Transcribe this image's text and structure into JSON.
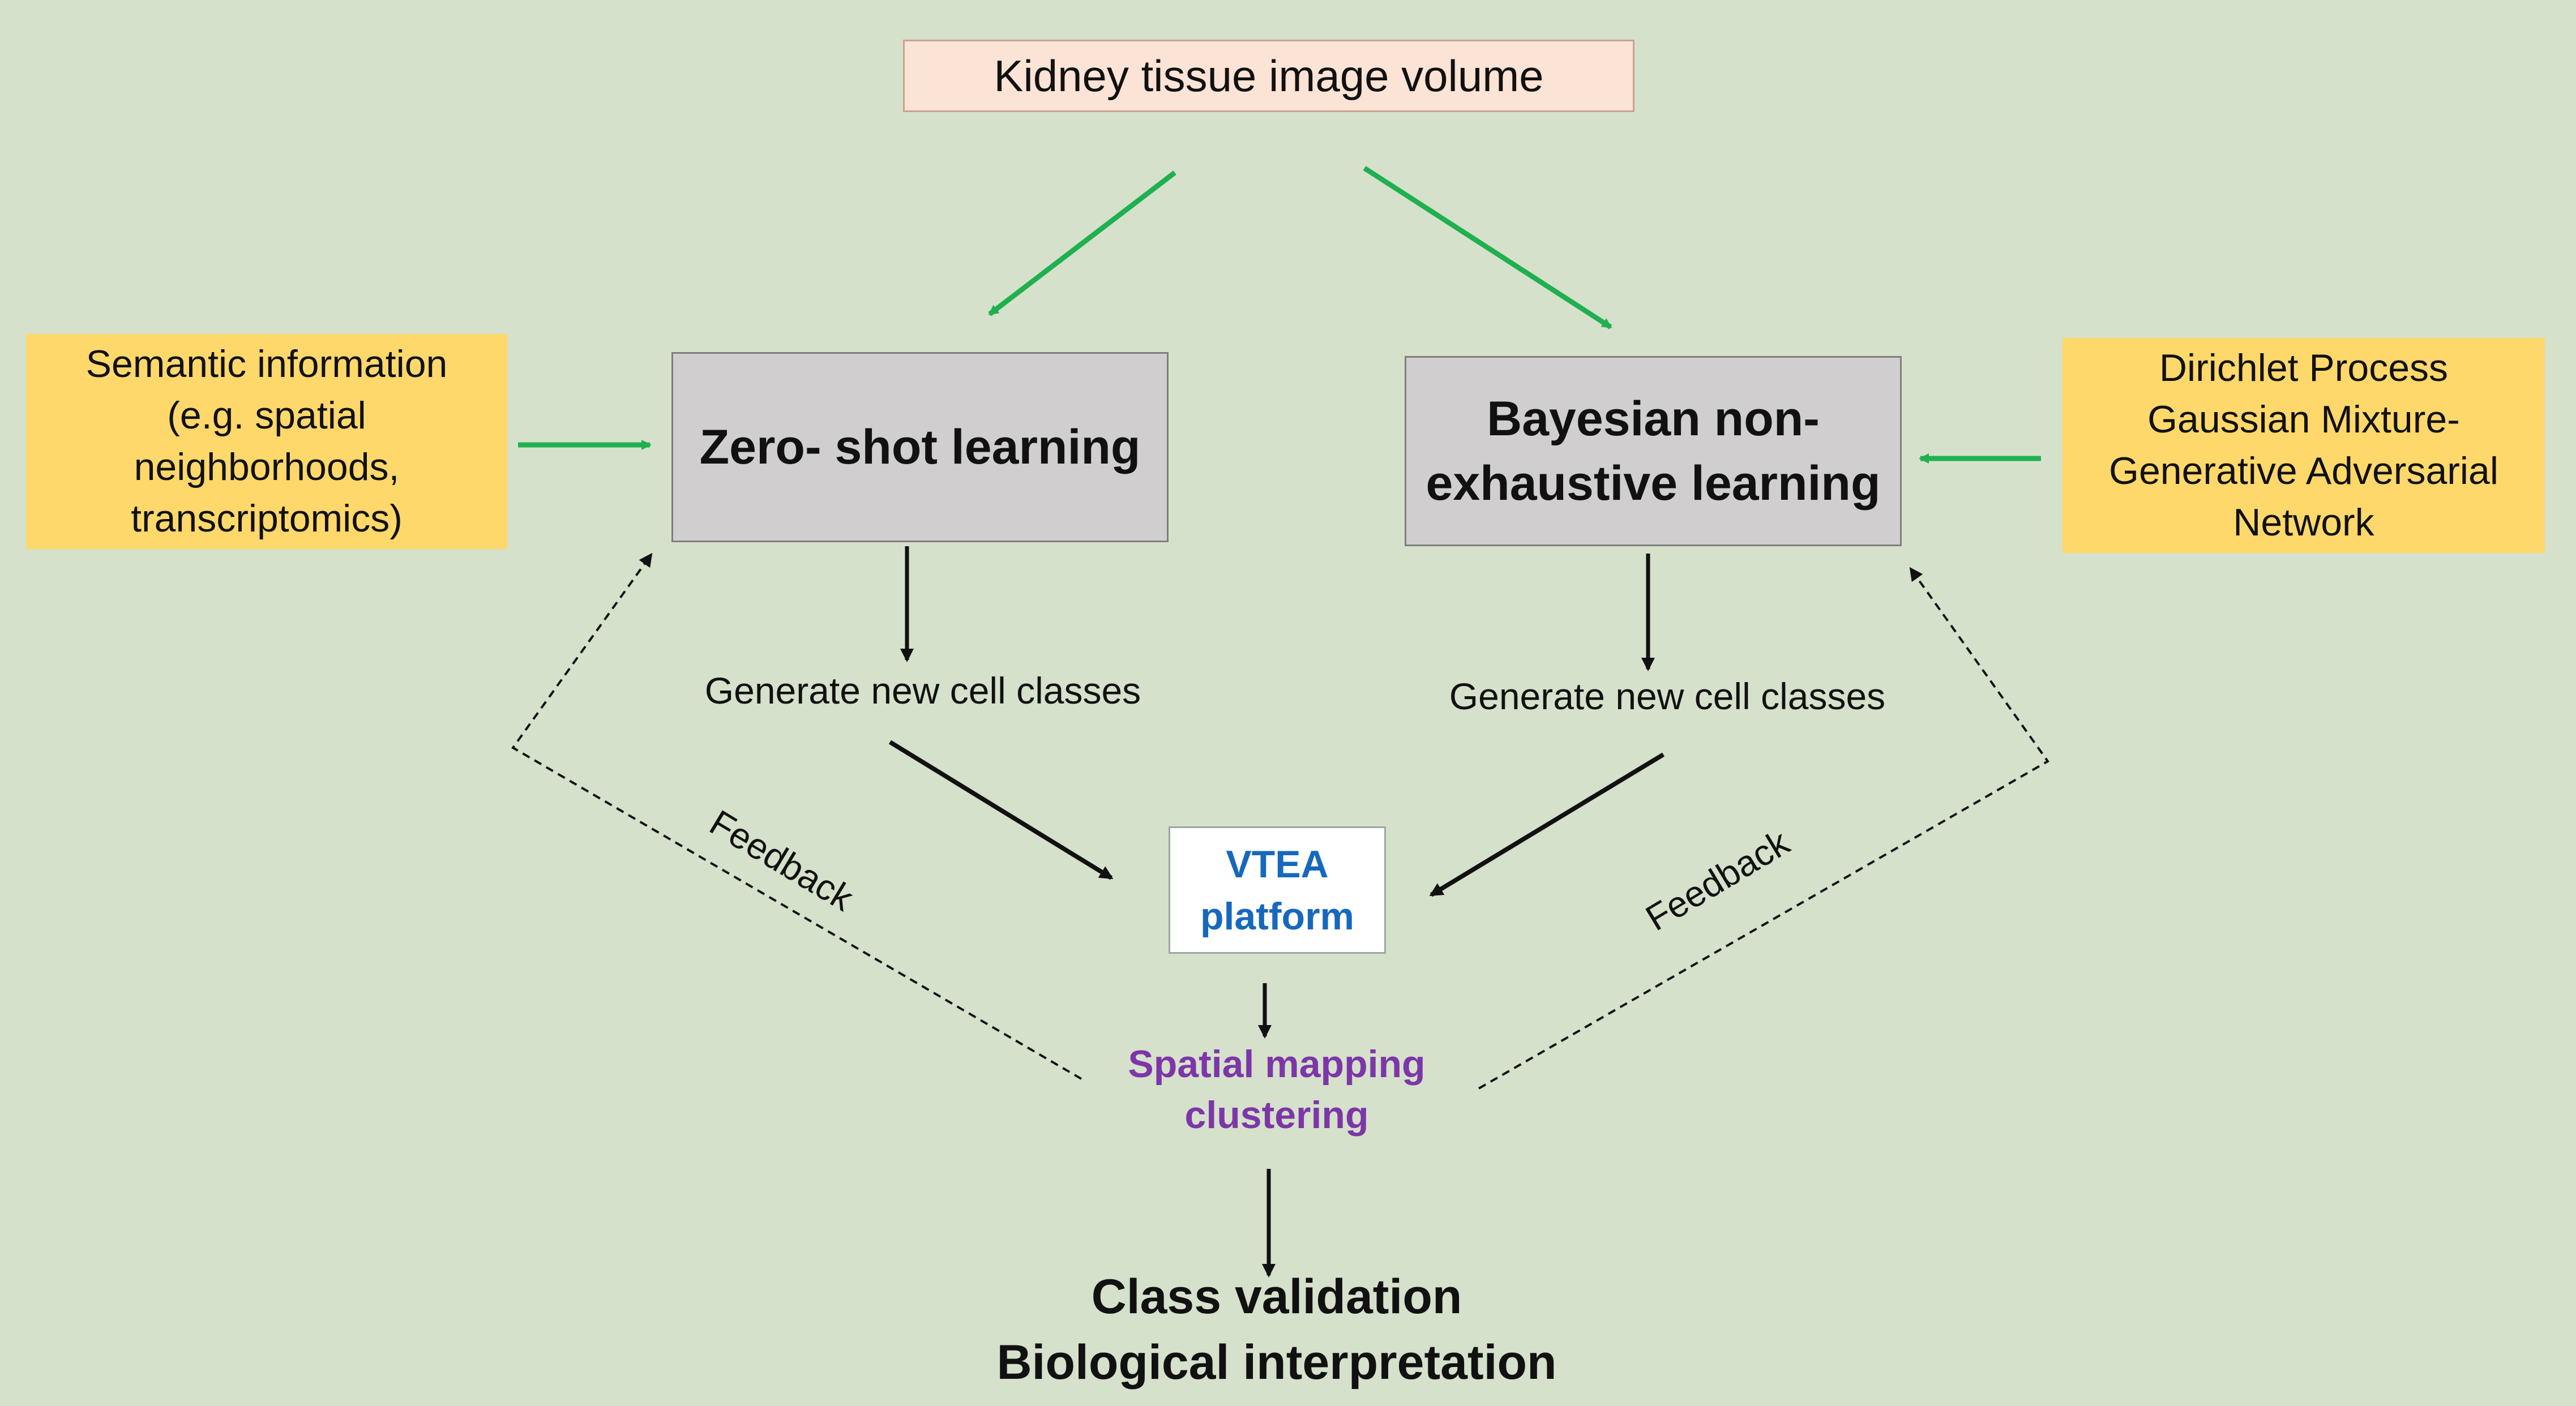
{
  "diagram": {
    "input": "Kidney tissue image volume",
    "semantic_info_lines": [
      "Semantic information",
      "(e.g. spatial",
      "neighborhoods,",
      "transcriptomics)"
    ],
    "zero_shot_label": "Zero- shot learning",
    "bayesian_lines": [
      "Bayesian non-",
      "exhaustive learning"
    ],
    "dirichlet_lines": [
      "Dirichlet Process",
      "Gaussian Mixture-",
      "Generative Adversarial",
      "Network"
    ],
    "generate_left": "Generate new cell classes",
    "generate_right": "Generate new cell classes",
    "vtea_lines": [
      "VTEA",
      "platform"
    ],
    "spatial_lines": [
      "Spatial mapping",
      "clustering"
    ],
    "feedback_left": "Feedback",
    "feedback_right": "Feedback",
    "result_lines": [
      "Class validation",
      "Biological interpretation"
    ]
  },
  "colors": {
    "background": "#d5e1cb",
    "green_arrow": "#1fb04f",
    "black_arrow": "#111111",
    "vtea_text": "#1768bd",
    "spatial_text": "#7d36a8"
  }
}
